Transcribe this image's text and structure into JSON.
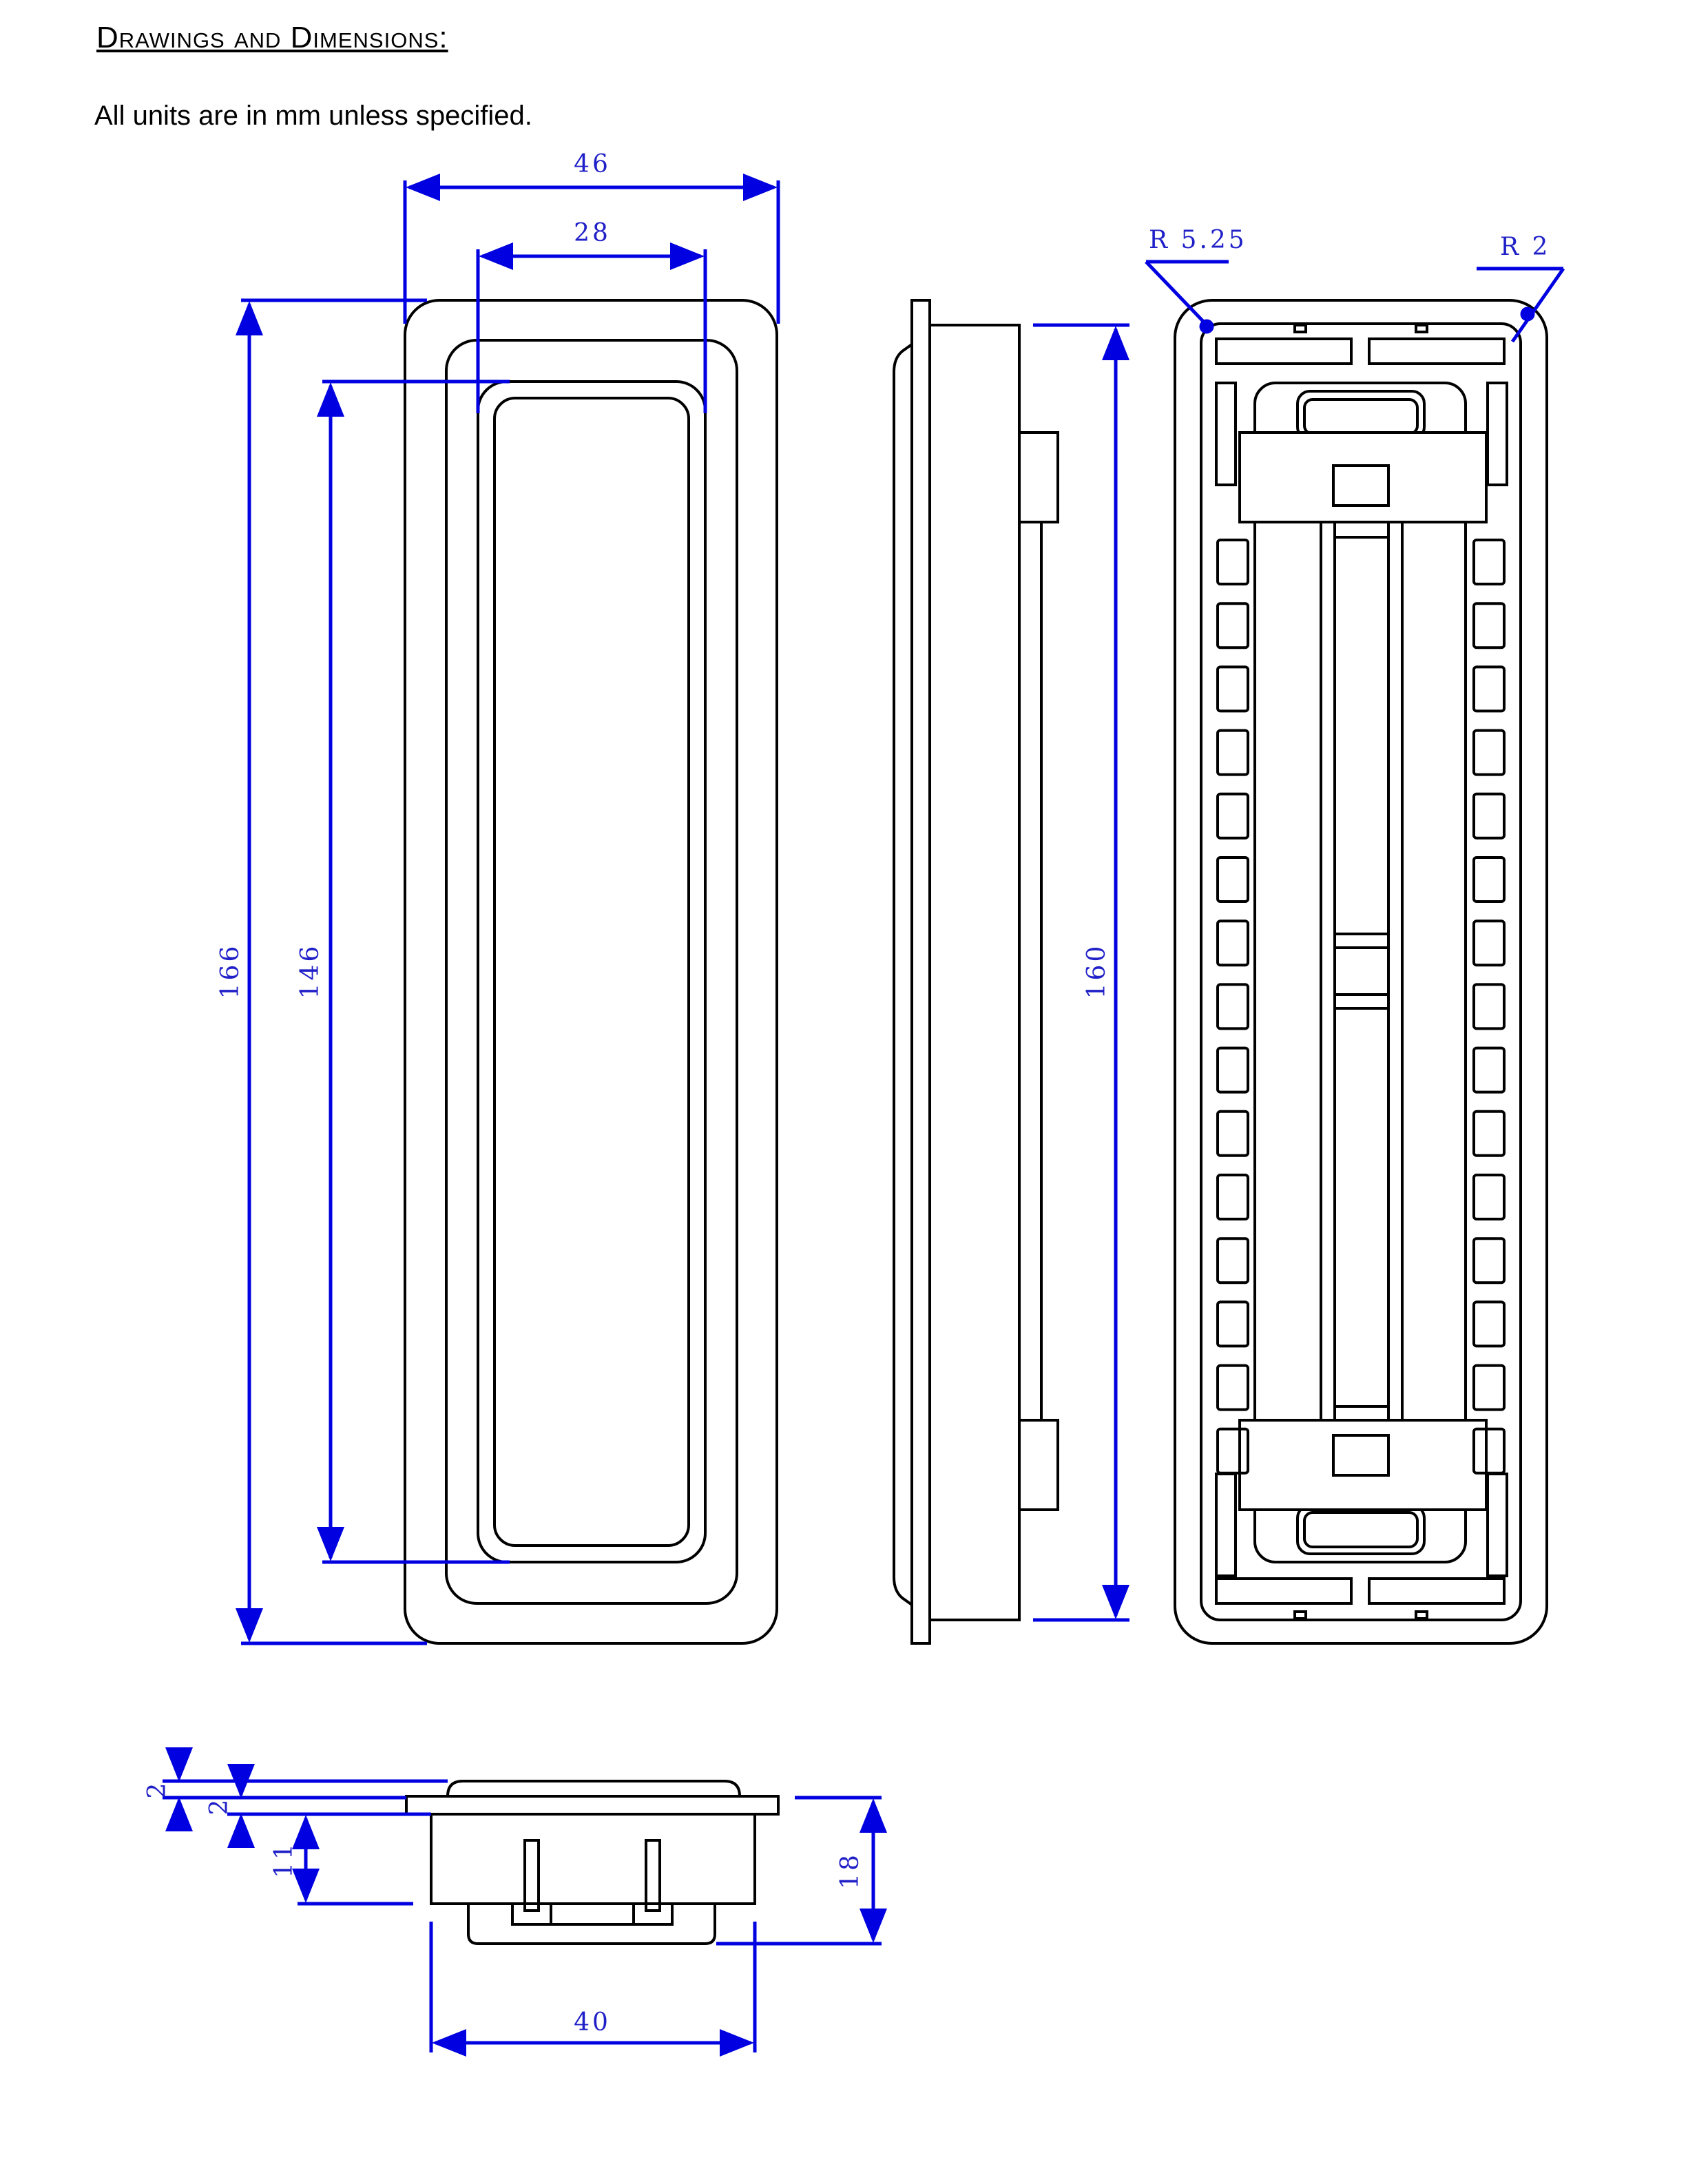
{
  "heading": "Drawings and Dimensions:",
  "units_note": "All units are in mm unless specified.",
  "dimensions": {
    "top_outer_width": "46",
    "top_inner_width": "28",
    "outer_height": "166",
    "inner_height": "146",
    "side_height": "160",
    "corner_radius_large": "R 5.25",
    "corner_radius_small": "R 2",
    "flange_thickness": "2",
    "lip_thickness": "2",
    "body_depth": "11",
    "total_depth": "18",
    "body_width": "40"
  },
  "colors": {
    "dimension": "#0000e0",
    "outline": "#000000",
    "dimension_text": "#2020c8"
  }
}
